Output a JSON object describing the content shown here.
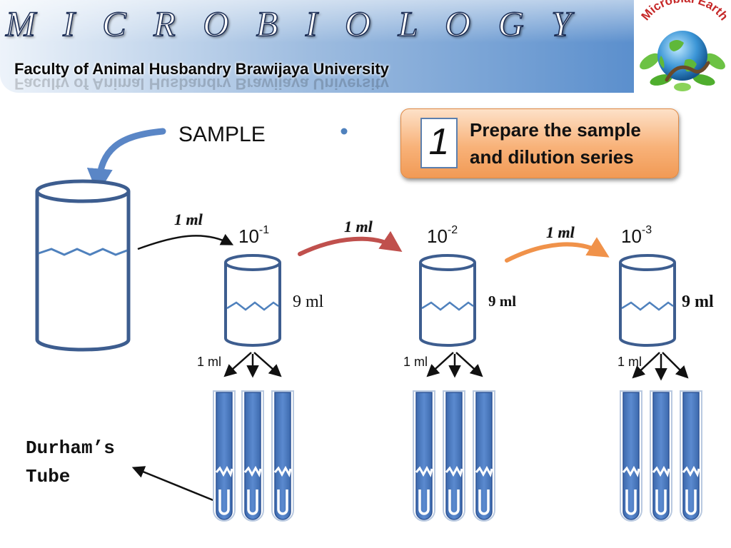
{
  "header": {
    "title": "M I C R O B I O L O G Y",
    "subtitle": "Faculty of Animal Husbandry Brawijaya University",
    "logo_text": "Microbial Earth"
  },
  "step": {
    "number": "1",
    "text": "Prepare the sample and dilution series"
  },
  "labels": {
    "sample": "SAMPLE",
    "durham": "Durham’s\nTube",
    "transfers": [
      "1 ml",
      "1 ml",
      "1 ml"
    ],
    "dilutions": [
      {
        "base": "10",
        "exp": "-1"
      },
      {
        "base": "10",
        "exp": "-2"
      },
      {
        "base": "10",
        "exp": "-3"
      }
    ],
    "diluent_volumes": [
      "9 ml",
      "9 ml",
      "9 ml"
    ],
    "inoculum_volumes": [
      "1 ml",
      "1 ml",
      "1 ml"
    ]
  },
  "colors": {
    "vessel_stroke": "#3d5d8f",
    "tube_fill": "#4f7bc2",
    "arrow_red": "#c0504d",
    "arrow_orange": "#f0924a",
    "step_box": "#f8b279"
  }
}
